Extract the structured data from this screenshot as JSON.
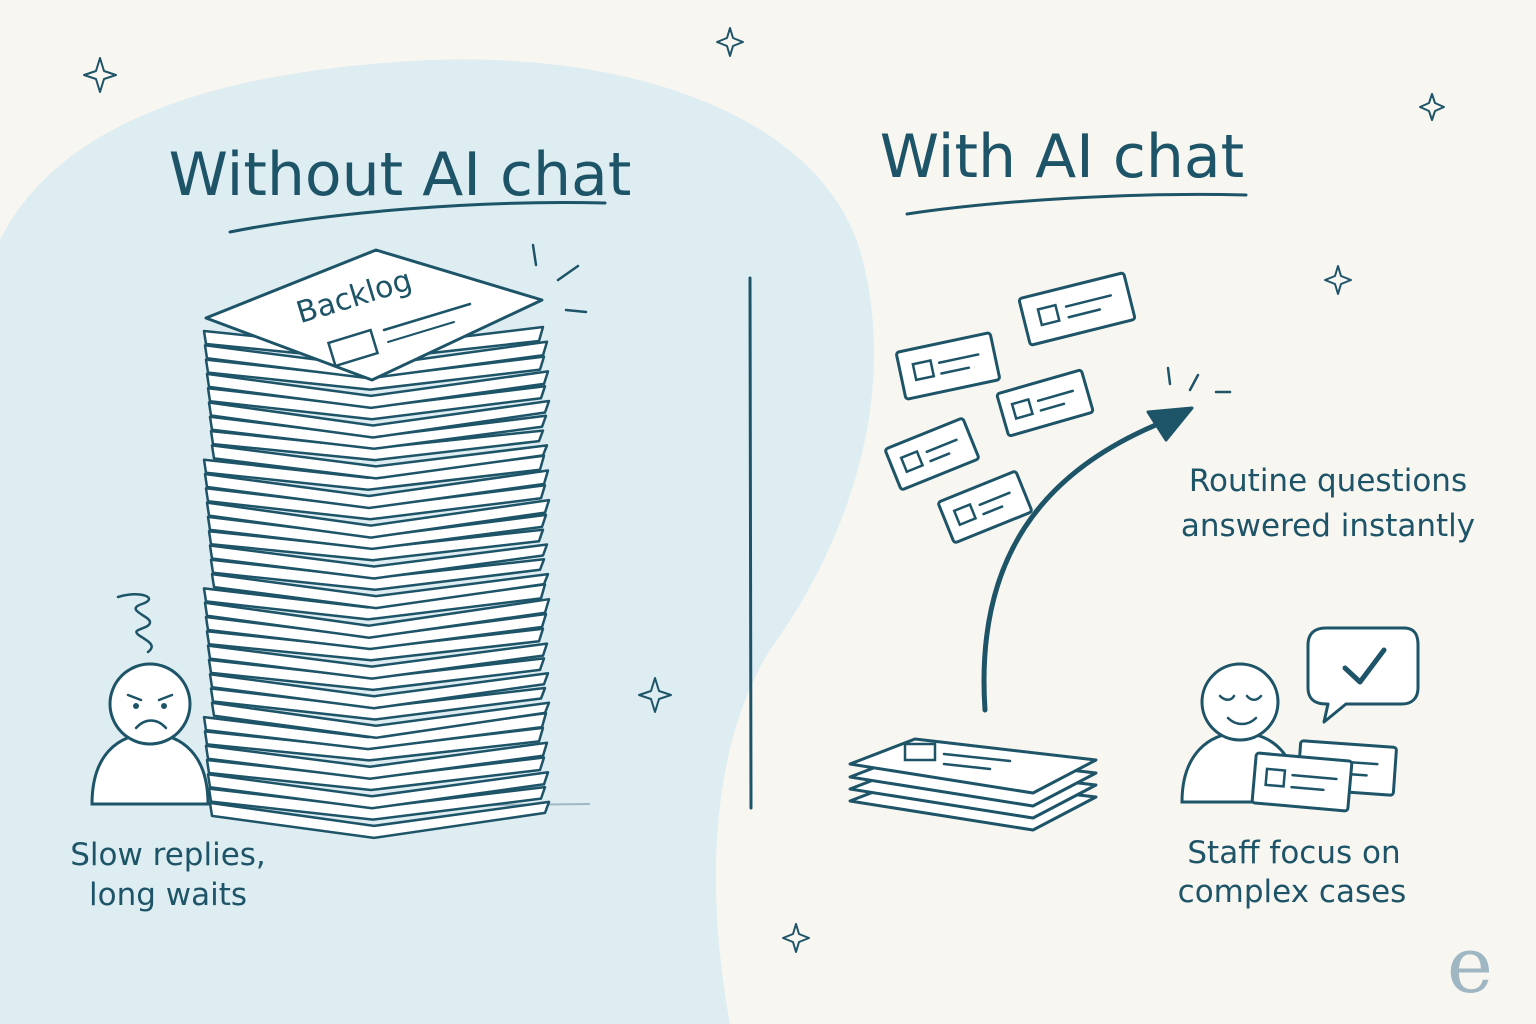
{
  "left_panel": {
    "title": "Without AI chat",
    "stack_label": "Backlog",
    "caption_line1": "Slow replies,",
    "caption_line2": "long waits"
  },
  "right_panel": {
    "title": "With AI chat",
    "routine_line1": "Routine questions",
    "routine_line2": "answered instantly",
    "staff_line1": "Staff focus on",
    "staff_line2": "complex cases"
  },
  "logo": {
    "mark": "e"
  },
  "colors": {
    "background": "#f8f6f1",
    "left_blob": "#deedf2",
    "ink": "#1e5468",
    "paper": "#ffffff",
    "logo": "#9fb7c2"
  },
  "icons": [
    "sparkle-icon",
    "sad-face-icon",
    "smiling-face-icon",
    "checkmark-icon",
    "arrow-icon",
    "ticket-icon"
  ]
}
